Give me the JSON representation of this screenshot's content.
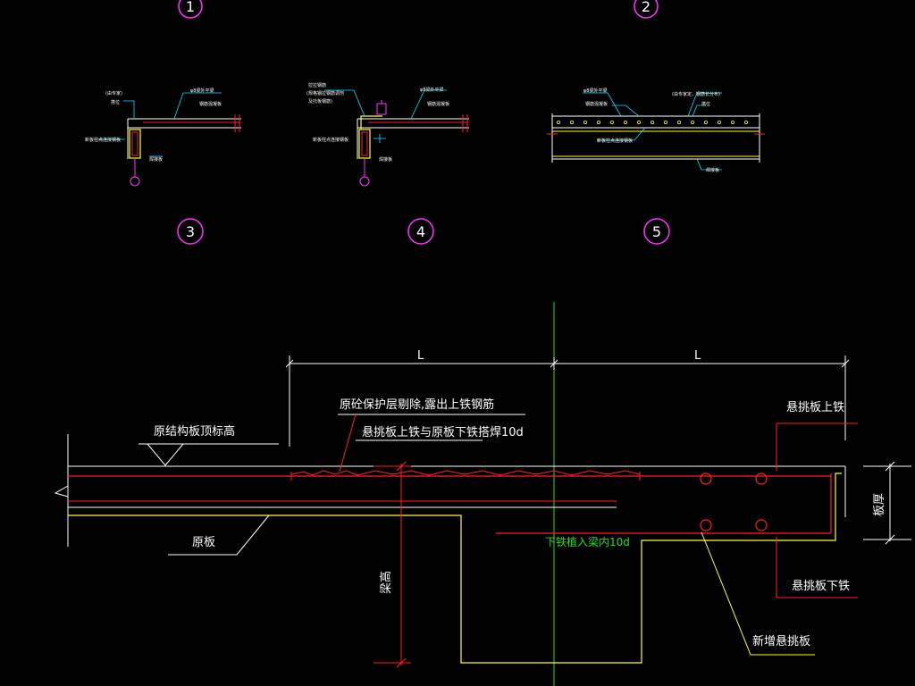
{
  "detail_numbers": [
    "1",
    "2",
    "3",
    "4",
    "5"
  ],
  "small_details": {
    "d3_labels": [
      "(由专家)",
      "搭位",
      "φ8梁外平梁",
      "钢筋混凝板",
      "新板柱点连接钢板",
      "焊接板"
    ],
    "d4_labels": [
      "拉拉钢筋",
      "(规格钢拉钢筋调剂",
      "及托板钢筋)",
      "φ8梁外平梁",
      "钢筋混凝板",
      "新板柱点连接钢板",
      "焊接板"
    ],
    "d5_labels": [
      "φ8梁外平梁",
      "(由专家定，钢筋长分布)",
      "钢筋混凝板",
      "搭位",
      "新板柱点连接钢板",
      "焊接板"
    ]
  },
  "main_section": {
    "dim_left": "L",
    "dim_right": "L",
    "label_orig_top_elev": "原结构板顶标高",
    "label_remove_cover": "原砼保护层剔除,露出上铁钢筋",
    "label_weld": "悬挑板上铁与原板下铁搭焊10d",
    "label_orig_slab": "原板",
    "label_lower_anchor": "下铁植入梁内10d",
    "label_cantilever_top": "悬挑板上铁",
    "label_cantilever_bottom": "悬挑板下铁",
    "label_new_cantilever": "新增悬挑板",
    "label_beam_height": "梁高",
    "label_slab_thickness": "板厚"
  },
  "colors": {
    "background": "#000000",
    "white": "#ffffff",
    "red": "#ff2020",
    "yellow": "#ffff33",
    "green": "#22dd22",
    "magenta": "#ff33ff",
    "cyan": "#00e5ff"
  }
}
